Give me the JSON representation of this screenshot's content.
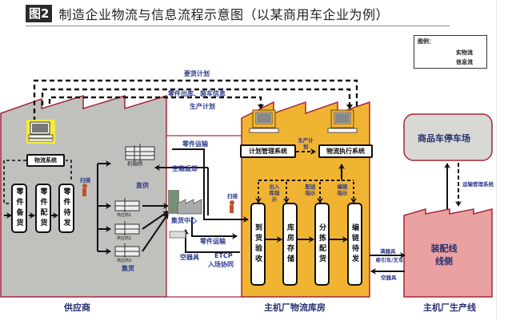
{
  "title": {
    "figure_badge": "图2",
    "text": "制造企业物流与信息流程示意图（以某商用车企业为例）"
  },
  "legend": {
    "heading": "图例：",
    "items": [
      {
        "label": "实物流",
        "line": "solid"
      },
      {
        "label": "信息流",
        "line": "dashed"
      }
    ]
  },
  "colors": {
    "supplier_zone": "#c0c1bd",
    "warehouse_zone": "#f1b432",
    "production_zone": "#e9a1a1",
    "parking_zone": "#d8d8d4",
    "zone_border": "#a3283a",
    "label_blue": "#2d3a8c"
  },
  "info_flows": {
    "demand_plan": "要货计划",
    "parts_outbound": "零件出库、装车信息",
    "production_plan": "生产计划"
  },
  "supplier": {
    "zone_label": "供应商",
    "system": "物流系统",
    "steps": [
      "零件备货",
      "零件配货",
      "零件待发"
    ],
    "scan": "扫描",
    "direct_supply_label": "直供",
    "consolidation_label": "集货",
    "facilities": [
      "机箱桥",
      "供应商1",
      "供应商2",
      "供应商3"
    ]
  },
  "consolidation": {
    "hub_label": "集货中心",
    "parts_transport_top": "零件运输",
    "empty_return": "空箱返却",
    "parts_transport_bottom": "零件运输",
    "empty_containers": "空器具",
    "etcp": "ETCP",
    "entry_coordination": "入场协同",
    "scan": "扫描"
  },
  "warehouse": {
    "zone_label": "主机厂物流库房",
    "planning_system": "计划管理系统",
    "execution_system": "物流执行系统",
    "production_plan": "生产计划",
    "instructions": [
      "出入库指示",
      "配送指示",
      "编链指示"
    ],
    "steps": [
      "到货验收",
      "库房存储",
      "分拣配货",
      "编链待发"
    ]
  },
  "line_side": {
    "full_containers": "满器具",
    "tractor": "牵引车/叉车",
    "empty_containers": "空器具"
  },
  "production": {
    "zone_label": "主机厂生产线",
    "assembly": "装配线线侧",
    "parking_lot": "商品车停车场",
    "transport_system": "运输管理系统"
  }
}
